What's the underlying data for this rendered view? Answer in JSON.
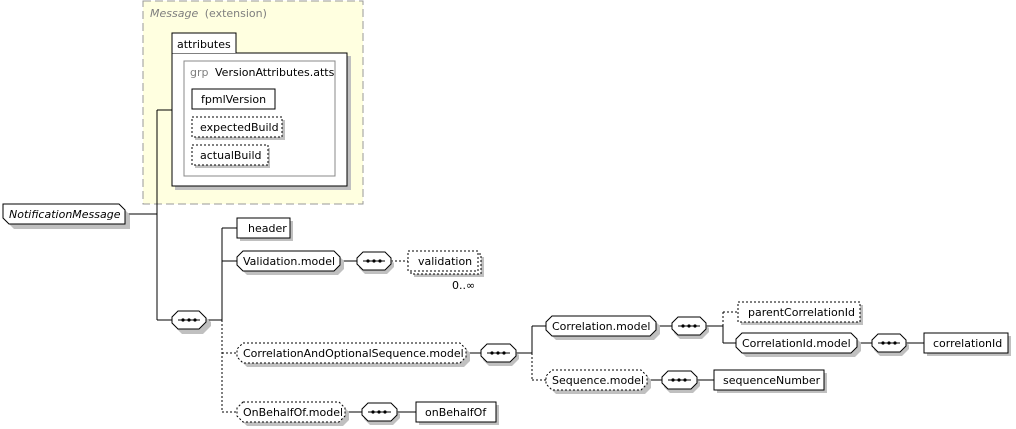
{
  "diagram": {
    "root": "NotificationMessage",
    "extension": {
      "base": "Message",
      "label": "(extension)",
      "attributes_label": "attributes",
      "group_prefix": "grp",
      "group_name": "VersionAttributes.atts",
      "attributes": [
        "fpmlVersion",
        "expectedBuild",
        "actualBuild"
      ]
    },
    "elements": {
      "header": "header",
      "validation_model": "Validation.model",
      "validation": "validation",
      "validation_cardinality": "0..∞",
      "correlation_optional_seq": "CorrelationAndOptionalSequence.model",
      "correlation_model": "Correlation.model",
      "parent_correlation_id": "parentCorrelationId",
      "correlation_id_model": "CorrelationId.model",
      "correlation_id": "correlationId",
      "sequence_model": "Sequence.model",
      "sequence_number": "sequenceNumber",
      "on_behalf_of_model": "OnBehalfOf.model",
      "on_behalf_of": "onBehalfOf"
    }
  }
}
